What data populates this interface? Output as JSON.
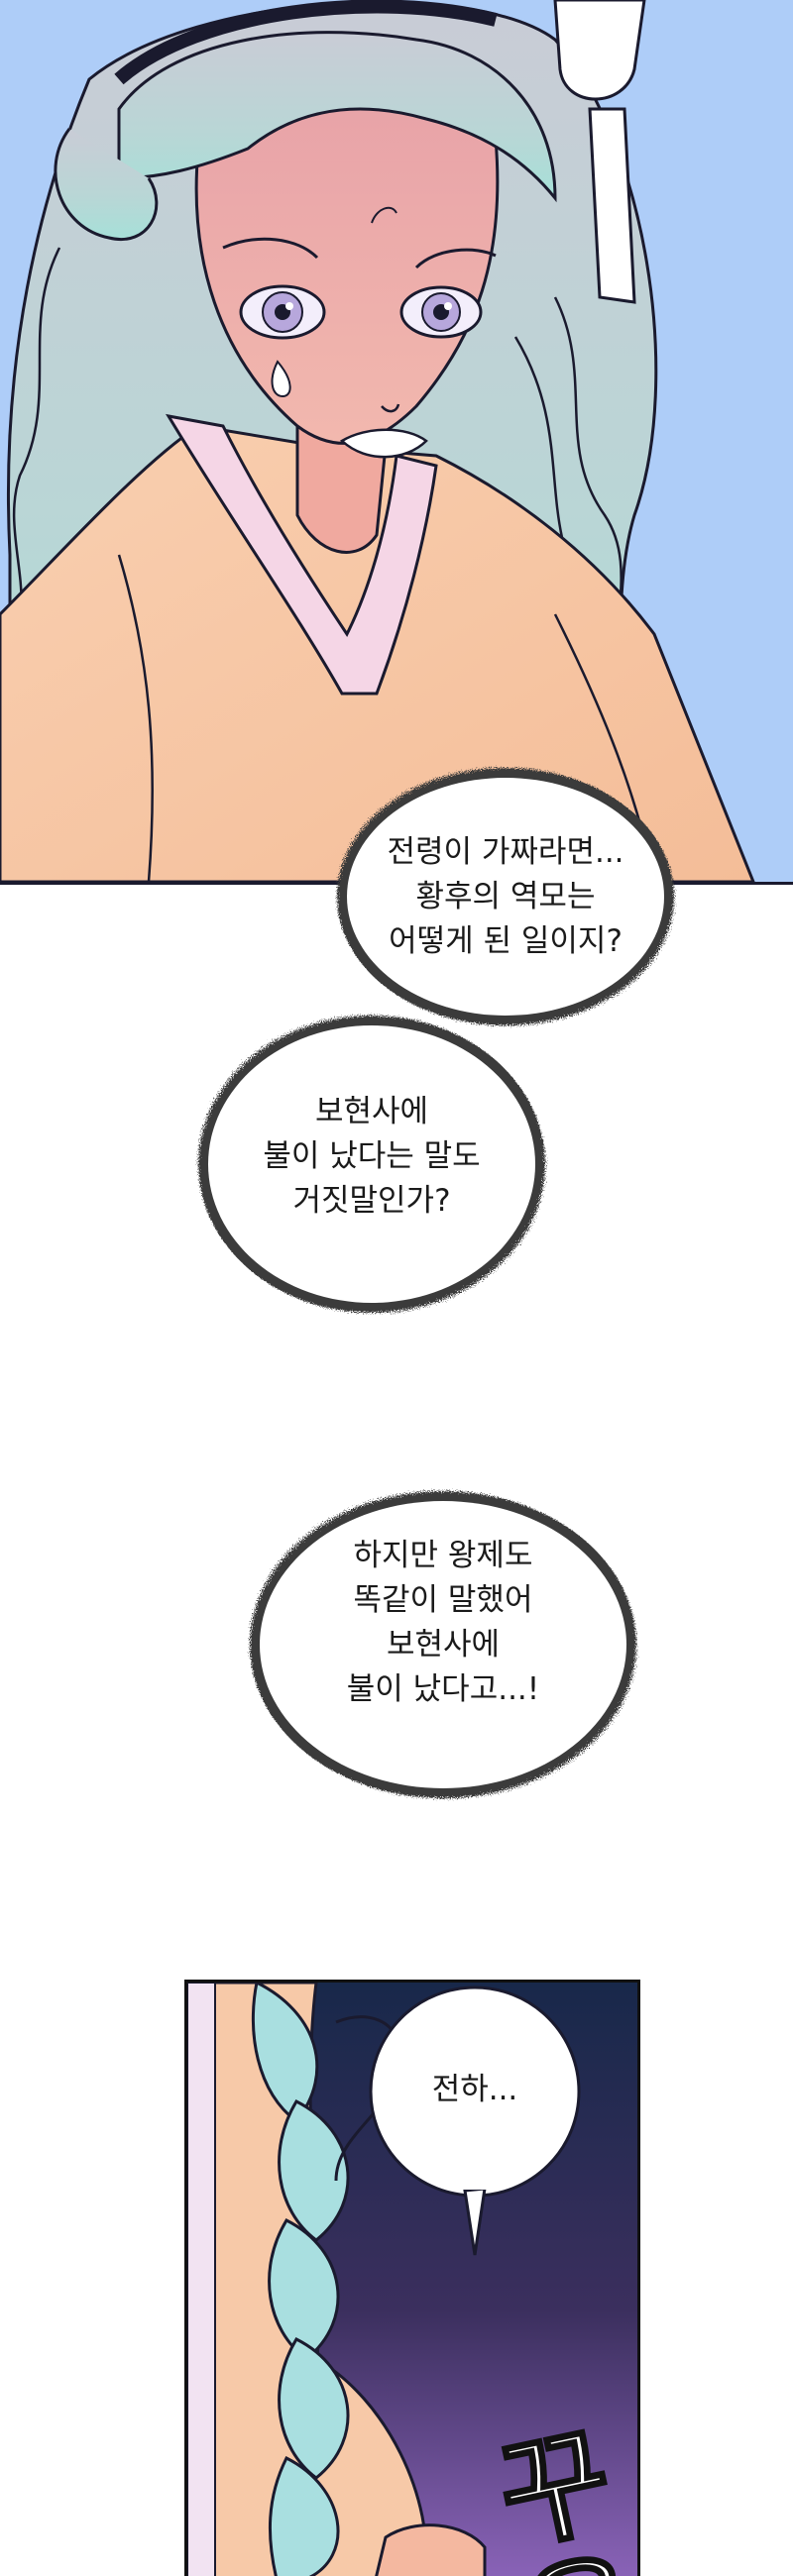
{
  "bubbles": [
    {
      "id": "b1",
      "text": "전령이 가짜라면...\n황후의 역모는\n어떻게 된 일이지?"
    },
    {
      "id": "b2",
      "text": "보현사에\n불이 났다는 말도\n거짓말인가?"
    },
    {
      "id": "b3",
      "text": "하지만 왕제도\n똑같이 말했어\n보현사에\n불이 났다고...!"
    },
    {
      "id": "b4",
      "text": "전하..."
    }
  ],
  "sfx": {
    "top_panel": "ᅵ",
    "bottom_panel": "꾸욱"
  },
  "colors": {
    "sky": "#aecdf8",
    "robe": "#f7c9a8",
    "collar": "#f5d6e6",
    "hair": "#c7d7df",
    "hair_teal": "#a9dfe0",
    "skin": "#f1a9a5",
    "night": "#1d2b4a",
    "glow": "#7a5ea8"
  }
}
